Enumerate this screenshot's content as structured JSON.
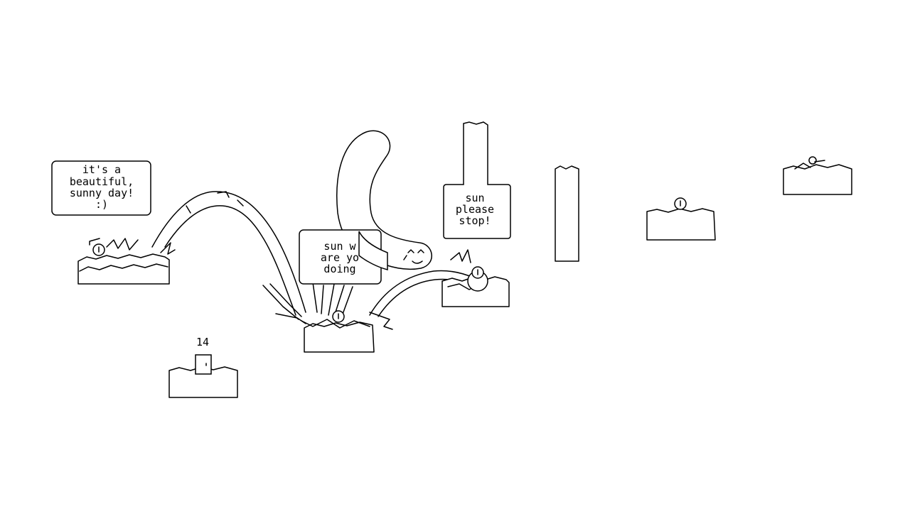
{
  "colors": {
    "background": "#ffffff",
    "ink": "#000000"
  },
  "speech_bubbles": {
    "beautiful_day": [
      "it's a",
      "beautiful,",
      "sunny day!",
      ":)"
    ],
    "sun_what": [
      "sun w",
      "are yo",
      "doing"
    ],
    "sun_please": [
      "sun",
      "please",
      "stop!"
    ]
  },
  "level_number": "14"
}
